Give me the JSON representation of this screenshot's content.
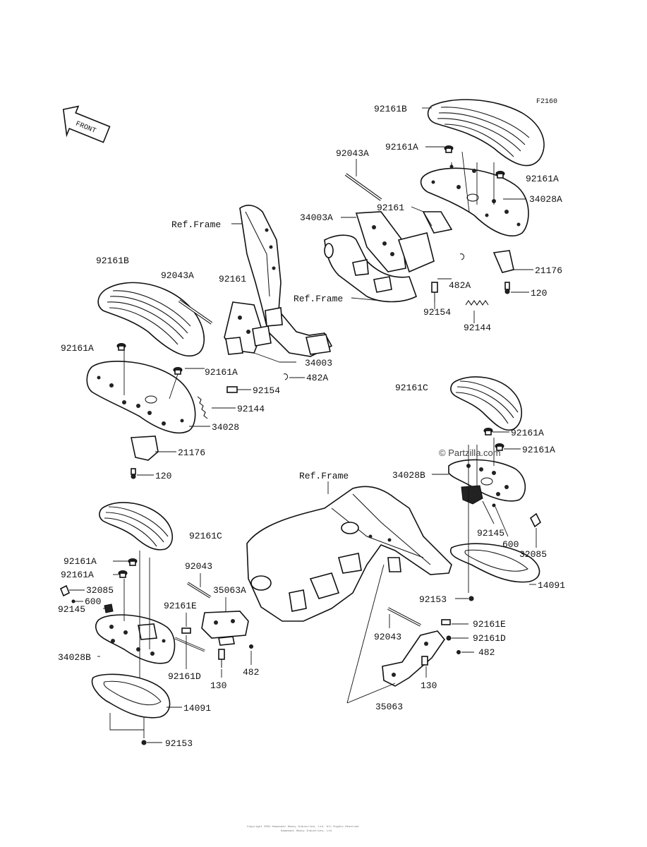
{
  "diagram_code": "F2160",
  "front_arrow_text": "FRONT",
  "watermark": "© Partzilla.com",
  "footer_lines": [
    "Copyright 2001 Kawasaki Heavy Industries, Ltd. All Rights Reserved",
    "Kawasaki Heavy Industries, Ltd"
  ],
  "labels": {
    "upper_right": [
      "92161B",
      "92161A",
      "92043A",
      "92161A",
      "34028A",
      "34003A",
      "92161",
      "Ref.Frame",
      "482A",
      "21176",
      "120",
      "92154",
      "92144",
      "Ref.Frame"
    ],
    "left": [
      "92161B",
      "92043A",
      "92161",
      "34003",
      "92161A",
      "92161A",
      "482A",
      "92154",
      "92144",
      "34028",
      "21176",
      "120"
    ],
    "mid_right": [
      "92161C",
      "92161A",
      "92161A",
      "34028B",
      "92145",
      "600",
      "32085",
      "14091",
      "92153"
    ],
    "lower_center": [
      "Ref.Frame",
      "92161C",
      "92043",
      "35063A",
      "92161E",
      "92161D",
      "130",
      "482",
      "92043",
      "92161E",
      "92161D",
      "482",
      "130",
      "35063"
    ],
    "lower_left": [
      "92161A",
      "92161A",
      "32085",
      "600",
      "92145",
      "34028B",
      "14091",
      "92153"
    ]
  }
}
